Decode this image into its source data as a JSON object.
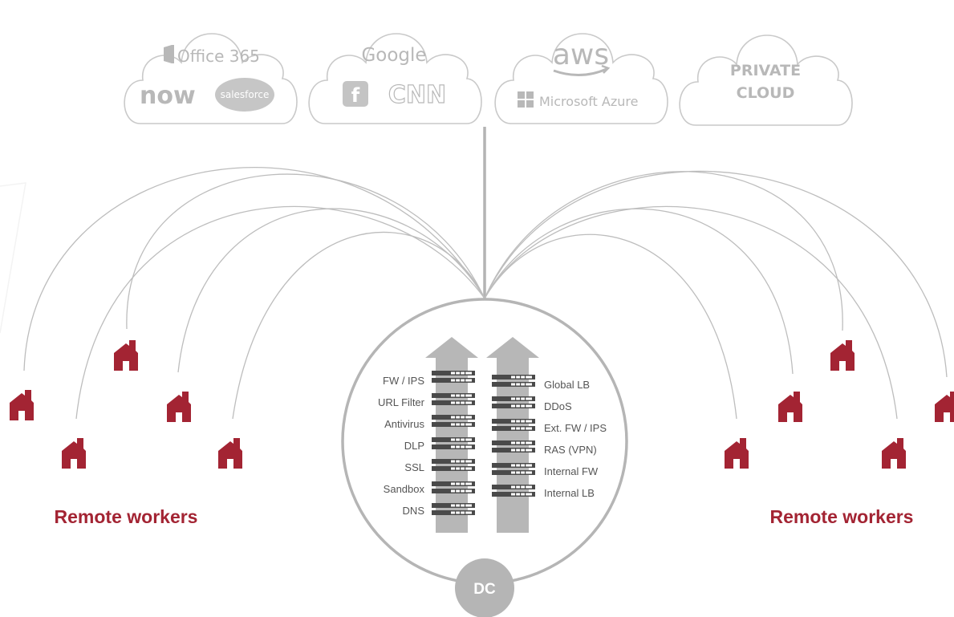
{
  "clouds": [
    {
      "logos": [
        "Office 365",
        "now",
        "salesforce"
      ]
    },
    {
      "logos": [
        "Google",
        "f",
        "CNN"
      ]
    },
    {
      "logos": [
        "aws",
        "Microsoft Azure"
      ]
    },
    {
      "logos": [
        "PRIVATE",
        "CLOUD"
      ]
    }
  ],
  "left_labels": [
    "FW / IPS",
    "URL Filter",
    "Antivirus",
    "DLP",
    "SSL",
    "Sandbox",
    "DNS"
  ],
  "right_labels": [
    "Global LB",
    "DDoS",
    "Ext. FW / IPS",
    "RAS (VPN)",
    "Internal FW",
    "Internal LB"
  ],
  "remote_left": "Remote workers",
  "remote_right": "Remote workers",
  "dc_label": "DC",
  "icons": {
    "house": "house-icon",
    "server": "server-rack-icon",
    "arrow": "up-arrow-icon",
    "office": "office-logo-icon",
    "facebook": "facebook-logo-icon",
    "windows": "windows-logo-icon",
    "amazon": "amazon-smile-icon"
  },
  "colors": {
    "accent": "#a32433",
    "line": "#b4b4b4",
    "cloud": "#c9c9c9",
    "logo": "#b8b8b8",
    "arrow": "#b7b7b7",
    "server": "#4a4a4a",
    "dc": "#b5b5b5"
  }
}
